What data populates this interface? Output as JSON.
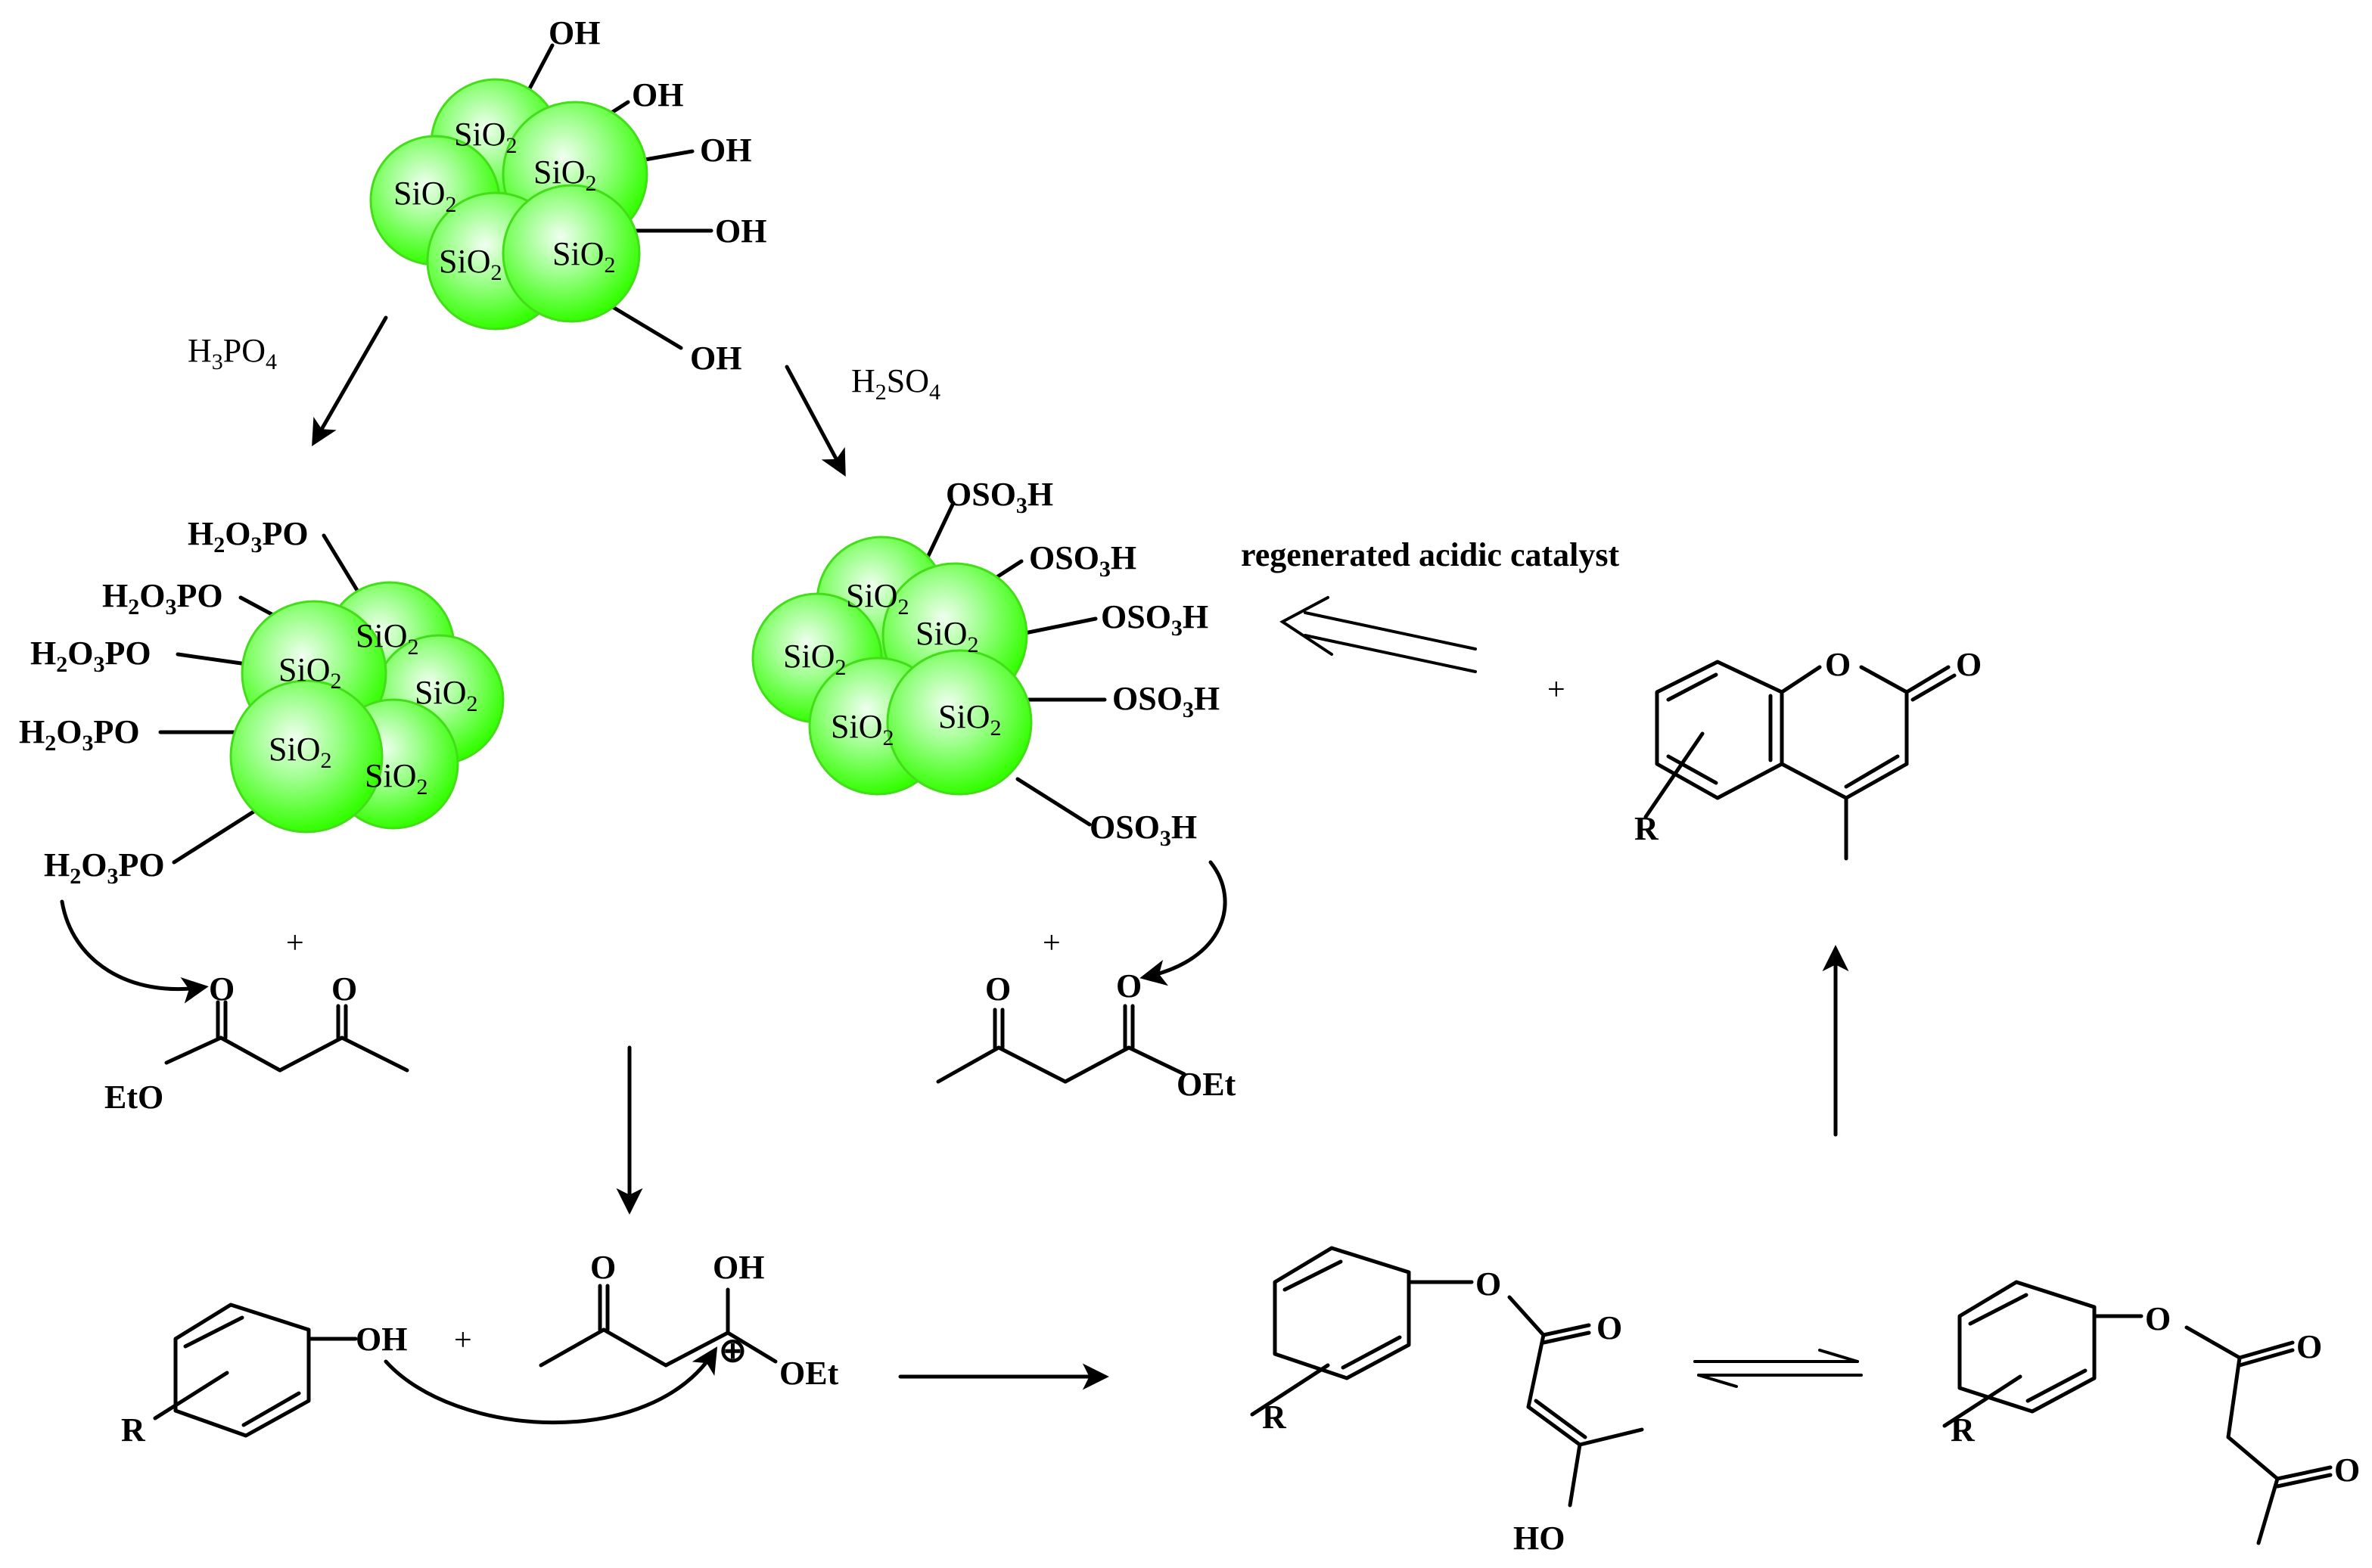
{
  "colors": {
    "bead_highlight": "#f0fff0",
    "bead_mid": "#9cff8a",
    "bead_edge": "#33ff00",
    "line": "#000000"
  },
  "bead_label": {
    "main": "SiO",
    "sub": "2"
  },
  "silanol": {
    "oh": "OH"
  },
  "phosphoric": {
    "reagent_main": "H",
    "reagent_sub1": "3",
    "reagent_mid": "PO",
    "reagent_sub2": "4",
    "group_h": "H",
    "group_2": "2",
    "group_o": "O",
    "group_3": "3",
    "group_po": "PO"
  },
  "sulfuric": {
    "reagent_main": "H",
    "reagent_sub1": "2",
    "reagent_mid": "SO",
    "reagent_sub2": "4",
    "group_os": "OSO",
    "group_3": "3",
    "group_h": "H"
  },
  "plus": "+",
  "ester": {
    "eto": "EtO",
    "oet": "OEt",
    "o": "O"
  },
  "intermediate": {
    "oh": "OH",
    "oet": "OEt",
    "cation": "⊕"
  },
  "phenol": {
    "oh": "OH",
    "r": "R"
  },
  "enol_ester": {
    "o": "O",
    "ho": "HO",
    "r": "R"
  },
  "keto_ester": {
    "o": "O",
    "r": "R"
  },
  "coumarin": {
    "o": "O",
    "r": "R"
  },
  "regenerated_label": "regenerated acidic catalyst"
}
